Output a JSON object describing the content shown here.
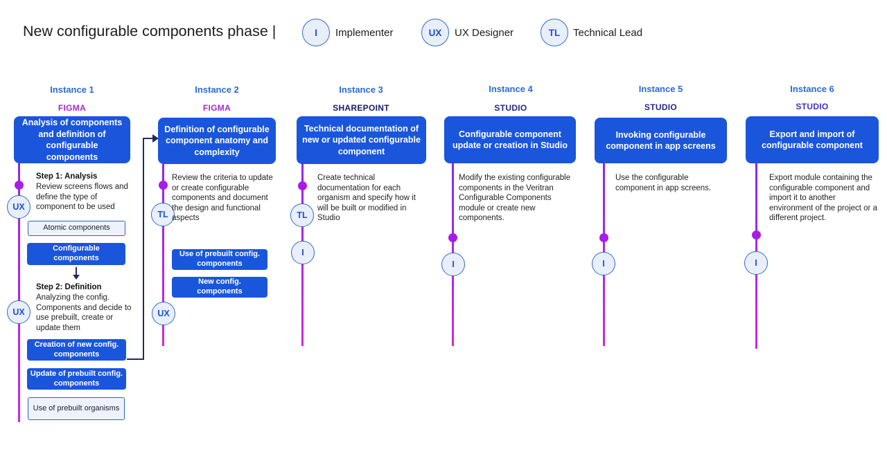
{
  "header": {
    "title": "New configurable components phase |",
    "legend": [
      {
        "badge": "I",
        "label": "Implementer"
      },
      {
        "badge": "UX",
        "label": "UX Designer"
      },
      {
        "badge": "TL",
        "label": "Technical Lead"
      }
    ]
  },
  "colors": {
    "accent_blue_box": "#1a56db",
    "instance_title_blue": "#2b6bd4",
    "figma_purple": "#a22bd4",
    "sharepoint_navy": "#1a1a6e",
    "studio_navy": "#24248a",
    "studio_indigo": "#3b30c8",
    "rail_purple_top": "#9227e0",
    "rail_purple_bottom": "#c92bd6",
    "dot_purple": "#a81ce8",
    "connector_navy": "#1e2b63",
    "badge_fill": "#e9effa",
    "badge_border": "#3069ce",
    "badge_text": "#1d4ed8"
  },
  "columns": [
    {
      "title": "Instance 1",
      "tool": "FIGMA",
      "header_box": "Analysis of components and definition of configurable components",
      "step1_heading": "Step 1: Analysis",
      "step1_body": "Review screens flows and define the type of component to be used",
      "box_atomic": "Atomic components",
      "box_configurable": "Configurable components",
      "step2_heading": "Step 2: Definition",
      "step2_body": "Analyzing the config. Components and decide to use prebuilt, create or update them",
      "box_creation": "Creation of new config. components",
      "box_update": "Update of prebuilt config. components",
      "box_use_organisms": "Use of prebuilt organisms",
      "badges": [
        "UX",
        "UX"
      ]
    },
    {
      "title": "Instance 2",
      "tool": "FIGMA",
      "header_box": "Definition of configurable component anatomy and complexity",
      "body": "Review the criteria to update or create configurable components and document the design and functional aspects",
      "box_prebuilt": "Use of prebuilt config. components",
      "box_new": "New config. components",
      "badges": [
        "TL",
        "UX"
      ]
    },
    {
      "title": "Instance 3",
      "tool": "SHAREPOINT",
      "header_box": "Technical documentation of new or updated configurable component",
      "body": "Create technical documentation for each organism and specify how it will be built or modified in Studio",
      "badges": [
        "TL",
        "I"
      ]
    },
    {
      "title": "Instance 4",
      "tool": "STUDIO",
      "header_box": "Configurable component update or creation in Studio",
      "body": "Modify the existing configurable components in the Veritran Configurable Components module or create new components.",
      "badges": [
        "I"
      ]
    },
    {
      "title": "Instance 5",
      "tool": "STUDIO",
      "header_box": "Invoking configurable component in app screens",
      "body": "Use the configurable component in app screens.",
      "badges": [
        "I"
      ]
    },
    {
      "title": "Instance 6",
      "tool": "STUDIO",
      "header_box": "Export and import of configurable component",
      "body": "Export module containing the configurable component and import it to another environment of the project or a different project.",
      "badges": [
        "I"
      ]
    }
  ]
}
